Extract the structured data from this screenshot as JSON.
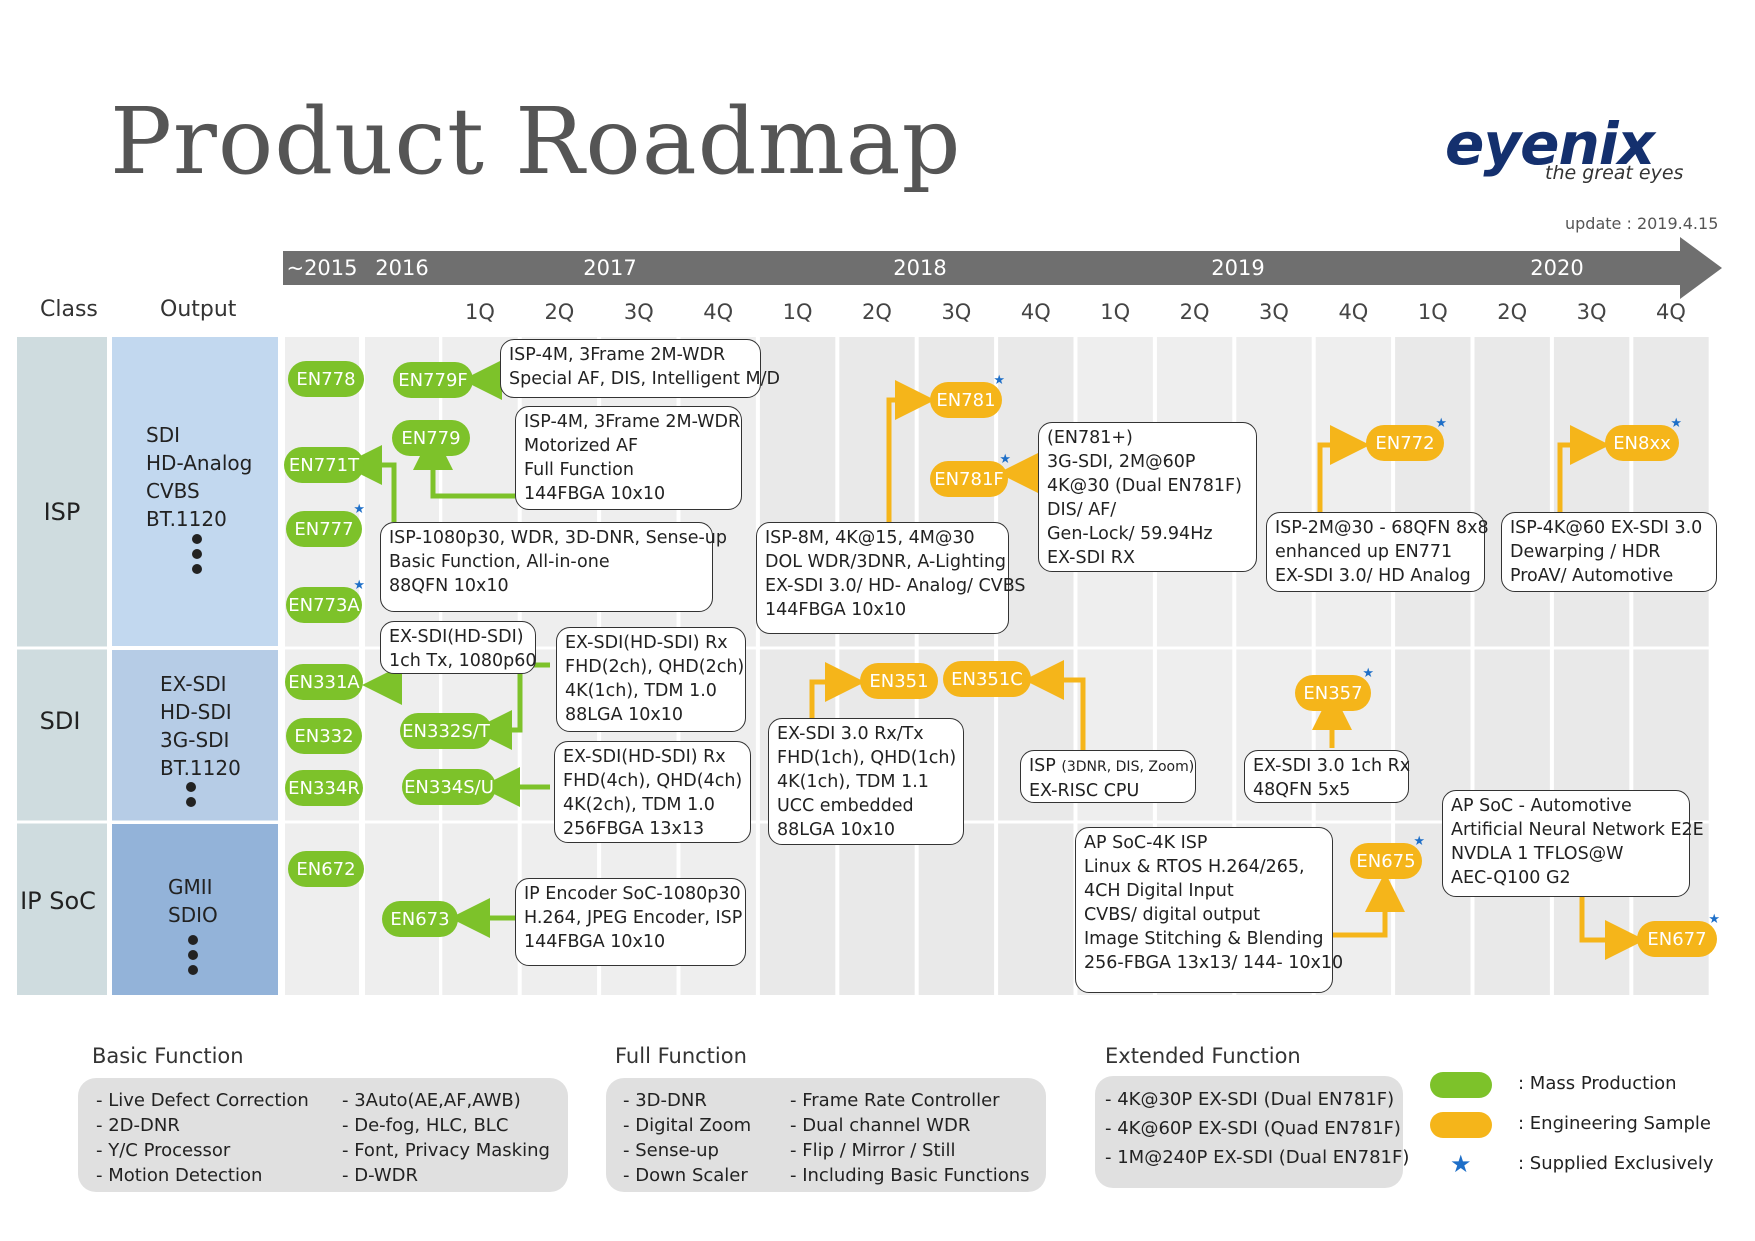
{
  "title": "Product Roadmap",
  "logo": {
    "brand": "eyenix",
    "tagline": "the great eyes"
  },
  "update": "update : 2019.4.15",
  "headers": {
    "class": "Class",
    "output": "Output"
  },
  "timeline": {
    "years": [
      "~2015",
      "2016",
      "2017",
      "2018",
      "2019",
      "2020"
    ],
    "quarters": [
      "1Q",
      "2Q",
      "3Q",
      "4Q",
      "1Q",
      "2Q",
      "3Q",
      "4Q",
      "1Q",
      "2Q",
      "3Q",
      "4Q",
      "1Q",
      "2Q",
      "3Q",
      "4Q"
    ]
  },
  "classes": [
    {
      "name": "ISP",
      "outputs": [
        "SDI",
        "HD-Analog",
        "CVBS",
        "BT.1120"
      ]
    },
    {
      "name": "SDI",
      "outputs": [
        "EX-SDI",
        "HD-SDI",
        "3G-SDI",
        "BT.1120"
      ]
    },
    {
      "name": "IP SoC",
      "outputs": [
        "GMII",
        "SDIO"
      ]
    }
  ],
  "products": {
    "en778": "EN778",
    "en779f": "EN779F",
    "en771t": "EN771T",
    "en779": "EN779",
    "en777": "EN777",
    "en773a": "EN773A",
    "en781": "EN781",
    "en781f": "EN781F",
    "en772": "EN772",
    "en8xx": "EN8xx",
    "en331a": "EN331A",
    "en332": "EN332",
    "en334r": "EN334R",
    "en332st": "EN332S/T",
    "en334su": "EN334S/U",
    "en351": "EN351",
    "en351c": "EN351C",
    "en357": "EN357",
    "en672": "EN672",
    "en673": "EN673",
    "en675": "EN675",
    "en677": "EN677"
  },
  "descriptions": {
    "en779f": [
      "ISP-4M, 3Frame 2M-WDR",
      "Special AF, DIS, Intelligent M/D"
    ],
    "en779": [
      "ISP-4M, 3Frame 2M-WDR",
      "Motorized AF",
      "Full Function",
      "144FBGA 10x10"
    ],
    "en771t": [
      "ISP-1080p30, WDR, 3D-DNR, Sense-up",
      "Basic Function, All-in-one",
      "88QFN 10x10"
    ],
    "en781": [
      "ISP-8M,   4K@15, 4M@30",
      "DOL WDR/3DNR, A-Lighting",
      "EX-SDI 3.0/ HD- Analog/ CVBS",
      "144FBGA 10x10"
    ],
    "en781f": [
      "(EN781+)",
      "3G-SDI, 2M@60P",
      "4K@30 (Dual EN781F)",
      "DIS/ AF/",
      "Gen-Lock/  59.94Hz",
      "EX-SDI RX"
    ],
    "en772": [
      "ISP-2M@30  - 68QFN 8x8",
      "enhanced up EN771",
      "EX-SDI 3.0/  HD Analog"
    ],
    "en8xx": [
      "ISP-4K@60 EX-SDI 3.0",
      "Dewarping / HDR",
      "ProAV/ Automotive"
    ],
    "en331a": [
      "EX-SDI(HD-SDI)",
      "1ch Tx, 1080p60"
    ],
    "en332st": [
      "EX-SDI(HD-SDI) Rx",
      "FHD(2ch),  QHD(2ch)",
      "4K(1ch), TDM 1.0",
      "88LGA 10x10"
    ],
    "en334su": [
      "EX-SDI(HD-SDI) Rx",
      "FHD(4ch), QHD(4ch)",
      "4K(2ch), TDM 1.0",
      "256FBGA 13x13"
    ],
    "en351": [
      "EX-SDI 3.0 Rx/Tx",
      "FHD(1ch), QHD(1ch)",
      "4K(1ch), TDM 1.1",
      "UCC embedded",
      "88LGA 10x10"
    ],
    "en351c_a": "ISP",
    "en351c_b": "(3DNR, DIS, Zoom)",
    "en351c_c": "EX-RISC CPU",
    "en357": [
      "EX-SDI 3.0 1ch Rx",
      "48QFN 5x5"
    ],
    "en673": [
      "IP Encoder SoC-1080p30",
      "H.264, JPEG Encoder, ISP",
      "144FBGA 10x10"
    ],
    "en675": [
      "AP SoC-4K ISP",
      "Linux & RTOS  H.264/265,",
      "4CH Digital Input",
      "CVBS/ digital output",
      "Image Stitching & Blending",
      "256-FBGA 13x13/ 144- 10x10"
    ],
    "en677": [
      "AP SoC - Automotive",
      "Artificial Neural Network E2E",
      "NVDLA 1 TFLOS@W",
      "AEC-Q100 G2"
    ]
  },
  "legend": {
    "basic": {
      "title": "Basic Function",
      "col1": [
        "- Live Defect Correction",
        "- 2D-DNR",
        "- Y/C Processor",
        "- Motion Detection"
      ],
      "col2": [
        "- 3Auto(AE,AF,AWB)",
        "- De-fog, HLC, BLC",
        "- Font, Privacy  Masking",
        "- D-WDR"
      ]
    },
    "full": {
      "title": "Full Function",
      "col1": [
        "- 3D-DNR",
        "- Digital Zoom",
        "- Sense-up",
        "- Down Scaler"
      ],
      "col2": [
        "- Frame Rate  Controller",
        "- Dual channel   WDR",
        "- Flip / Mirror / Still",
        "- Including Basic Functions"
      ]
    },
    "extended": {
      "title": "Extended Function",
      "items": [
        "- 4K@30P EX-SDI (Dual EN781F)",
        "- 4K@60P EX-SDI (Quad EN781F)",
        "- 1M@240P EX-SDI (Dual EN781F)"
      ]
    },
    "key": [
      {
        "symbol": "green-pill",
        "label": ":  Mass Production"
      },
      {
        "symbol": "yellow-pill",
        "label": ":  Engineering Sample"
      },
      {
        "symbol": "star",
        "label": ":  Supplied Exclusively"
      }
    ]
  },
  "colors": {
    "mass_production": "#7dc22a",
    "engineering_sample": "#f5b51a",
    "exclusive_star": "#1e6fc8",
    "timeline_arrow": "#6f6f6f"
  }
}
